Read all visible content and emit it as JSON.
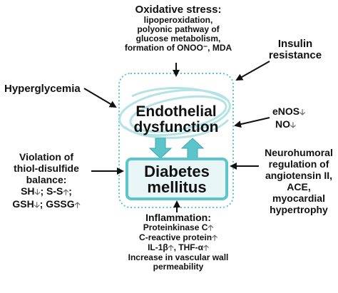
{
  "colors": {
    "teal": "#5cc5cb",
    "teal_dark": "#3aa7ae",
    "box_fill": "#e8f6f7",
    "arrow_indicator": "#6e6e6e",
    "black": "#111111"
  },
  "top": {
    "title": "Oxidative stress:",
    "lines": [
      "lipoperoxidation,",
      "polyonic pathway of",
      "glucose metabolism,",
      "formation of ONOO⁻, MDA"
    ]
  },
  "insulin": {
    "lines": [
      "Insulin",
      "resistance"
    ]
  },
  "hyper": {
    "label": "Hyperglycemia"
  },
  "center": {
    "endo_lines": [
      "Endothelial",
      "dysfunction"
    ],
    "diabetes_lines": [
      "Diabetes",
      "mellitus"
    ]
  },
  "enos": {
    "line1": "eNOS",
    "line2": "NO"
  },
  "thiol": {
    "lines": [
      "Violation of",
      "thiol-disulfide",
      "balance:"
    ],
    "sh": "SH",
    "ss": "; S-S",
    "ss_end": ";",
    "gsh": "GSH",
    "gssg": "; GSSG"
  },
  "neuro": {
    "lines": [
      "Neurohumoral",
      "regulation of",
      "angiotensin II,",
      "ACE,",
      "myocardial",
      "hypertrophy"
    ]
  },
  "inflam": {
    "title": "Inflammation:",
    "pk": "Proteinkinase C",
    "crp": "C-reactive protein",
    "il": "IL-1β",
    "thf": ", THF-α",
    "increase": "Increase in vascular wall",
    "perm": "permeability"
  }
}
